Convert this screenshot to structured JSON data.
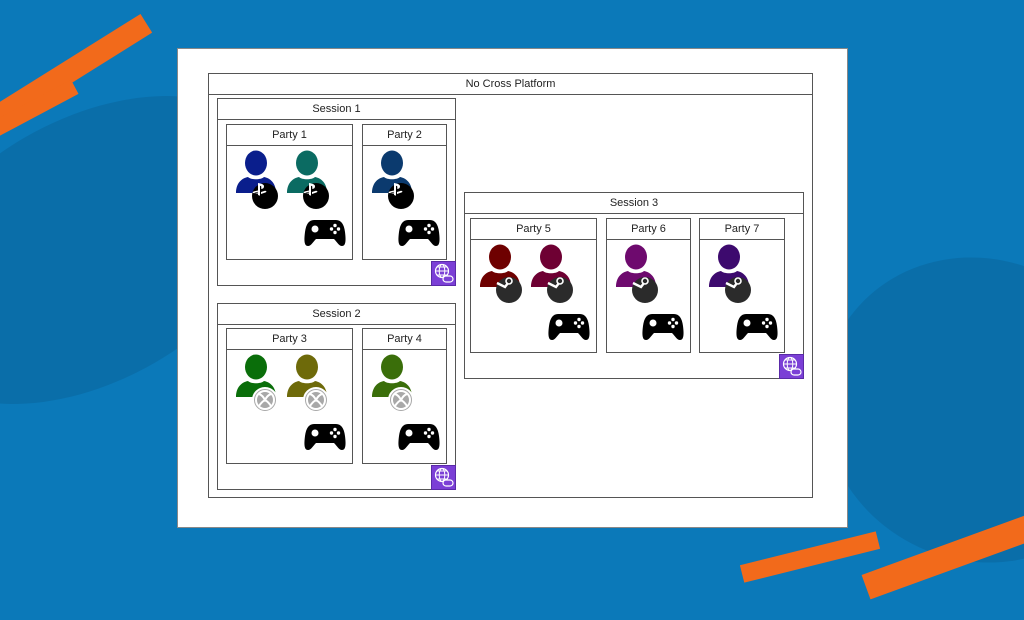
{
  "diagram": {
    "title": "No Cross Platform",
    "sessions": [
      {
        "label": "Session 1",
        "parties": [
          {
            "label": "Party 1",
            "users": [
              {
                "color": "#0a1e8c",
                "platform": "playstation"
              },
              {
                "color": "#0b6b62",
                "platform": "playstation"
              }
            ]
          },
          {
            "label": "Party 2",
            "users": [
              {
                "color": "#0b3a6e",
                "platform": "playstation"
              }
            ]
          }
        ]
      },
      {
        "label": "Session 2",
        "parties": [
          {
            "label": "Party 3",
            "users": [
              {
                "color": "#0a6e0a",
                "platform": "xbox"
              },
              {
                "color": "#6e6a0a",
                "platform": "xbox"
              }
            ]
          },
          {
            "label": "Party 4",
            "users": [
              {
                "color": "#3a6e0a",
                "platform": "xbox"
              }
            ]
          }
        ]
      },
      {
        "label": "Session 3",
        "parties": [
          {
            "label": "Party 5",
            "users": [
              {
                "color": "#6e0000",
                "platform": "steam"
              },
              {
                "color": "#6e0033",
                "platform": "steam"
              }
            ]
          },
          {
            "label": "Party 6",
            "users": [
              {
                "color": "#6e0a6e",
                "platform": "steam"
              }
            ]
          },
          {
            "label": "Party 7",
            "users": [
              {
                "color": "#3d0a6e",
                "platform": "steam"
              }
            ]
          }
        ]
      }
    ]
  },
  "colors": {
    "matchmaking": "#7b3fd6",
    "background": "#0b79b9",
    "accent": "#f26a1b"
  }
}
